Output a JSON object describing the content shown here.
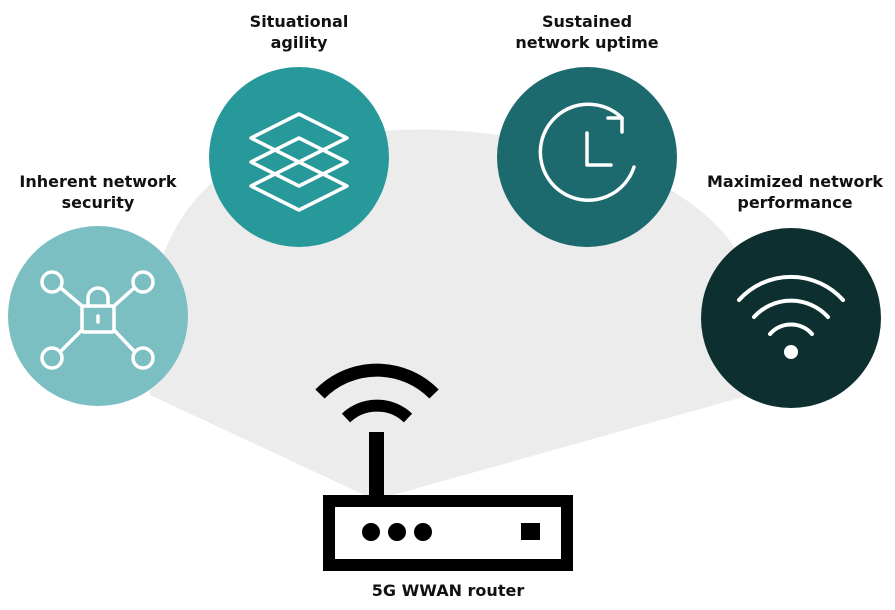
{
  "colors": {
    "fan": "#ececec",
    "security": "#7bbfc2",
    "agility": "#28999b",
    "uptime": "#1c6a6e",
    "performance": "#0d2f30",
    "icon_stroke": "#ffffff",
    "router": "#000000"
  },
  "features": [
    {
      "line1": "Inherent network",
      "line2": "security",
      "icon": "network-lock-icon"
    },
    {
      "line1": "Situational",
      "line2": "agility",
      "icon": "stacked-layers-icon"
    },
    {
      "line1": "Sustained",
      "line2": "network uptime",
      "icon": "clock-refresh-icon"
    },
    {
      "line1": "Maximized network",
      "line2": "performance",
      "icon": "wifi-icon"
    }
  ],
  "router": {
    "label": "5G WWAN router",
    "icon": "router-icon"
  }
}
